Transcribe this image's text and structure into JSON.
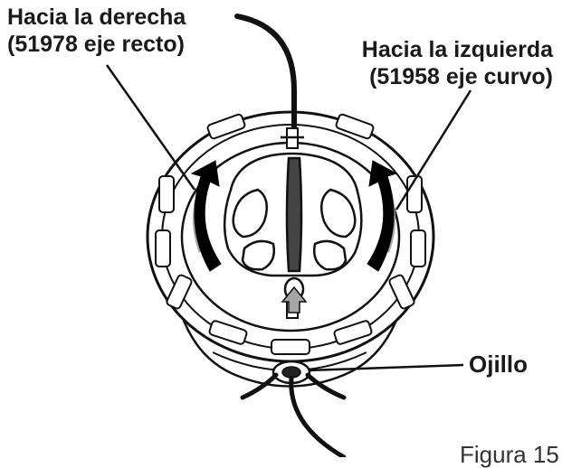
{
  "labels": {
    "clockwise_line1": "Hacia la derecha",
    "clockwise_line2": "(51978 eje recto)",
    "counterclockwise_line1": "Hacia la izquierda",
    "counterclockwise_line2": "(51958 eje curvo)",
    "eyelet": "Ojillo",
    "figure": "Figura 15"
  },
  "colors": {
    "line": "#111111",
    "arrow_black": "#000000",
    "arrow_gray": "#a6a6a6",
    "fill": "#ffffff"
  }
}
